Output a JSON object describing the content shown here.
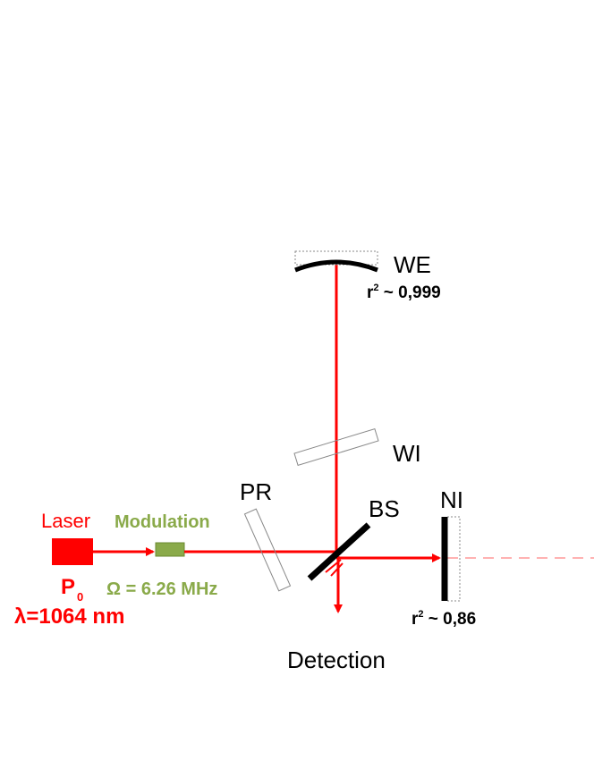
{
  "colors": {
    "beam": "#ff0000",
    "modulator": "#8aaa4a",
    "mirror": "#000000",
    "optic_outline": "#888888",
    "text": "#000000",
    "laser_text": "#ff0000",
    "modulation_text": "#8aaa4a"
  },
  "labels": {
    "laser": "Laser",
    "modulation": "Modulation",
    "p0_base": "P",
    "p0_sub": "0",
    "omega": "Ω = 6.26 MHz",
    "wavelength": "λ=1064 nm",
    "pr": "PR",
    "bs": "BS",
    "ni": "NI",
    "wi": "WI",
    "we": "WE",
    "detection": "Detection",
    "we_reflectivity_base": "r",
    "we_reflectivity_sup": "2",
    "we_reflectivity_value": " ~ 0,999",
    "ni_reflectivity_base": "r",
    "ni_reflectivity_sup": "2",
    "ni_reflectivity_value": " ~ 0,86"
  }
}
